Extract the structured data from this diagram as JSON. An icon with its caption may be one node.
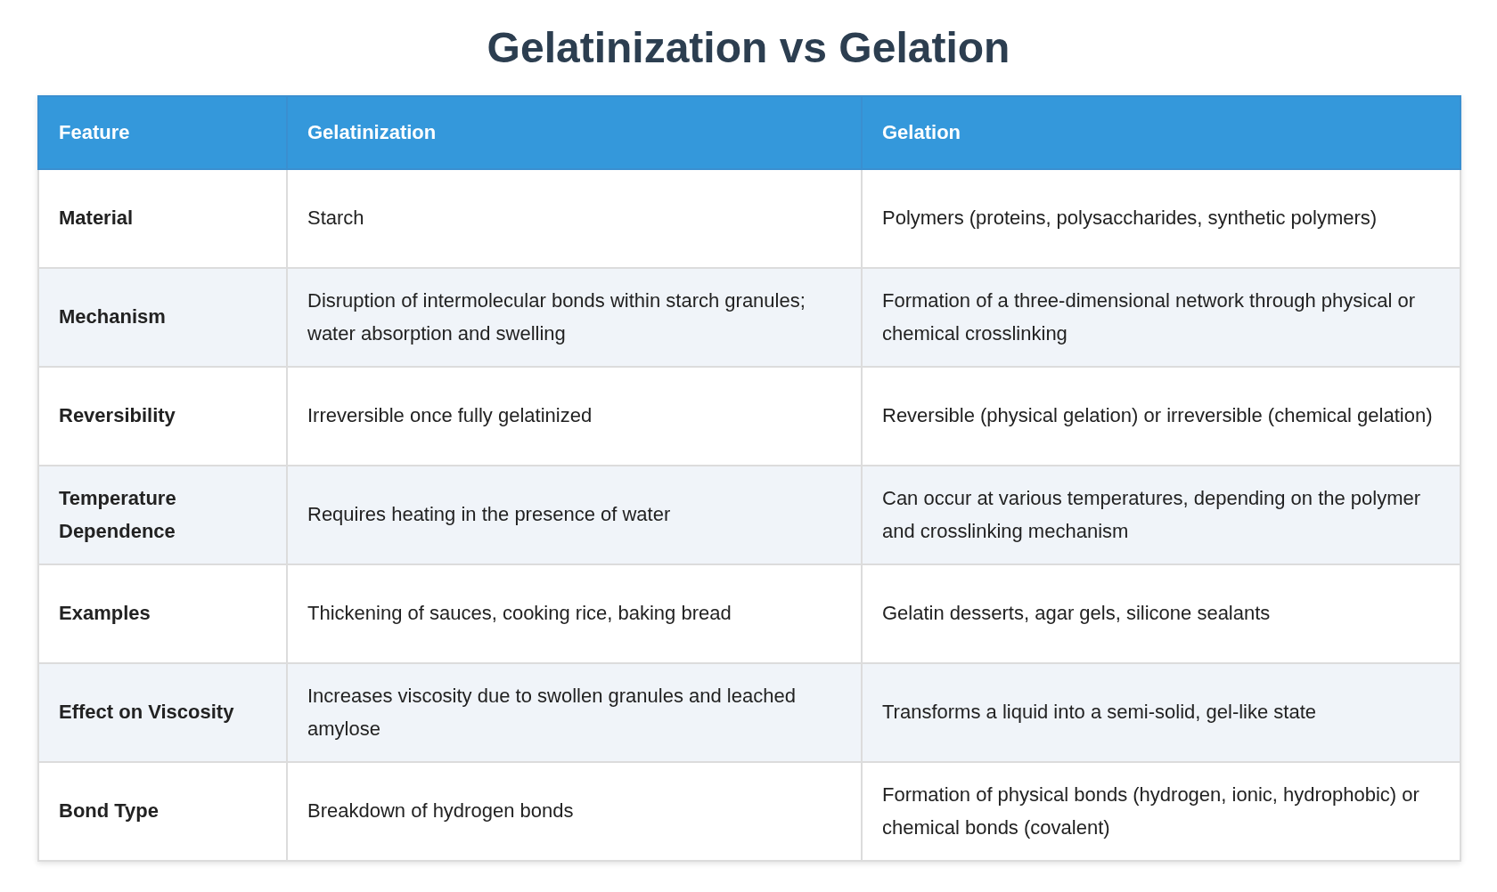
{
  "diagram": {
    "title": "Gelatinization vs Gelation",
    "labels": [
      "Feature",
      "Gelatinization",
      "Gelation",
      "Material",
      "Starch",
      "Polymers (proteins, polysaccharides, synthetic polymers)",
      "Mechanism",
      "Disruption of intermolecular bonds within starch granules; water absorption and swelling",
      "Formation of a three-dimensional network through physical or chemical crosslinking",
      "Reversibility",
      "Irreversible once fully gelatinized",
      "Reversible (physical gelation) or irreversible (chemical gelation)",
      "Temperature Dependence",
      "Requires heating in the presence of water",
      "Can occur at various temperatures, depending on the polymer and crosslinking mechanism",
      "Examples",
      "Thickening of sauces, cooking rice, baking bread",
      "Gelatin desserts, agar gels, silicone sealants",
      "Effect on Viscosity",
      "Increases viscosity due to swollen granules and leached amylose",
      "Transforms a liquid into a semi-solid, gel-like state",
      "Bond Type",
      "Breakdown of hydrogen bonds",
      "Formation of physical bonds (hydrogen, ionic, hydrophobic) or chemical bonds (covalent)"
    ]
  }
}
